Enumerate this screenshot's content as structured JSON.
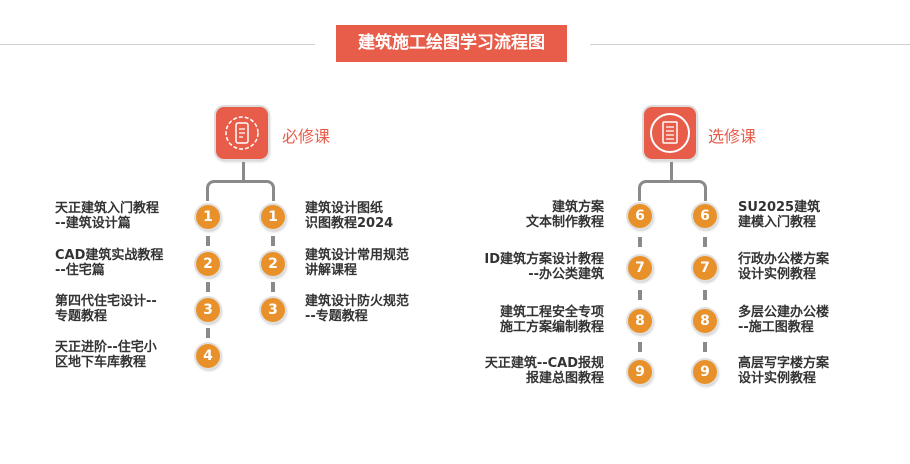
{
  "title": "建筑施工绘图学习流程图",
  "colors": {
    "accent": "#e85c4a",
    "badge": "#e8912a",
    "connector": "#8a8a8a"
  },
  "required": {
    "label": "必修课",
    "icon": "certificate-icon",
    "left": [
      {
        "n": "1",
        "l1": "天正建筑入门教程",
        "l2": "--建筑设计篇"
      },
      {
        "n": "2",
        "l1": "CAD建筑实战教程",
        "l2": "--住宅篇"
      },
      {
        "n": "3",
        "l1": "第四代住宅设计--",
        "l2": "专题教程"
      },
      {
        "n": "4",
        "l1": "天正进阶--住宅小",
        "l2": "区地下车库教程"
      }
    ],
    "right": [
      {
        "n": "1",
        "l1": "建筑设计图纸",
        "l2": "识图教程2024"
      },
      {
        "n": "2",
        "l1": "建筑设计常用规范",
        "l2": "讲解课程"
      },
      {
        "n": "3",
        "l1": "建筑设计防火规范",
        "l2": "--专题教程"
      }
    ]
  },
  "elective": {
    "label": "选修课",
    "icon": "checklist-icon",
    "left": [
      {
        "n": "6",
        "l1": "建筑方案",
        "l2": "文本制作教程"
      },
      {
        "n": "7",
        "l1": "ID建筑方案设计教程",
        "l2": "--办公类建筑"
      },
      {
        "n": "8",
        "l1": "建筑工程安全专项",
        "l2": "施工方案编制教程"
      },
      {
        "n": "9",
        "l1": "天正建筑--CAD报规",
        "l2": "报建总图教程"
      }
    ],
    "right": [
      {
        "n": "6",
        "l1": "SU2025建筑",
        "l2": "建模入门教程"
      },
      {
        "n": "7",
        "l1": "行政办公楼方案",
        "l2": "设计实例教程"
      },
      {
        "n": "8",
        "l1": "多层公建办公楼",
        "l2": "--施工图教程"
      },
      {
        "n": "9",
        "l1": "高层写字楼方案",
        "l2": "设计实例教程"
      }
    ]
  }
}
